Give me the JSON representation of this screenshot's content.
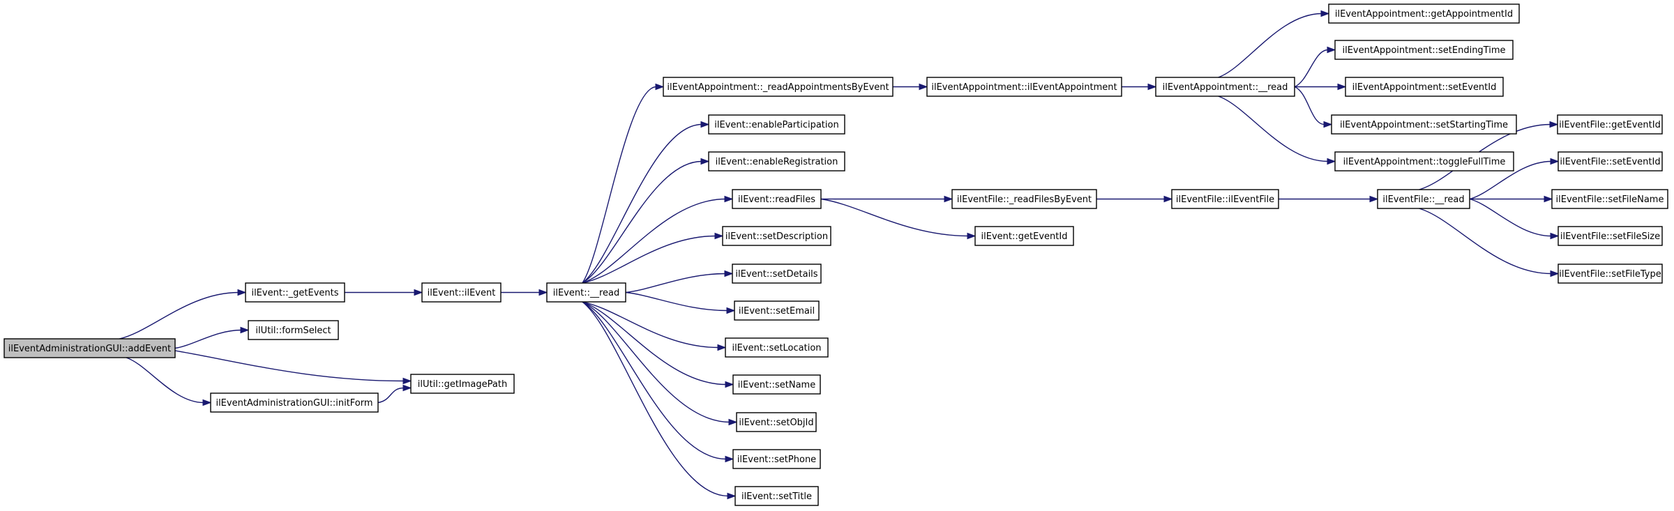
{
  "graph": {
    "type": "call-graph",
    "edge_color": "#191970",
    "root_fill": "#bfbfbf",
    "nodes": [
      {
        "id": "addEvent",
        "label": "ilEventAdministrationGUI::addEvent",
        "root": true
      },
      {
        "id": "getEvents",
        "label": "ilEvent::_getEvents"
      },
      {
        "id": "formSelect",
        "label": "ilUtil::formSelect"
      },
      {
        "id": "getImagePath",
        "label": "ilUtil::getImagePath"
      },
      {
        "id": "initForm",
        "label": "ilEventAdministrationGUI::initForm"
      },
      {
        "id": "ilEvent",
        "label": "ilEvent::ilEvent"
      },
      {
        "id": "eventRead",
        "label": "ilEvent::__read"
      },
      {
        "id": "readAppts",
        "label": "ilEventAppointment::_readAppointmentsByEvent"
      },
      {
        "id": "enablePart",
        "label": "ilEvent::enableParticipation"
      },
      {
        "id": "enableReg",
        "label": "ilEvent::enableRegistration"
      },
      {
        "id": "readFiles",
        "label": "ilEvent::readFiles"
      },
      {
        "id": "setDescription",
        "label": "ilEvent::setDescription"
      },
      {
        "id": "setDetails",
        "label": "ilEvent::setDetails"
      },
      {
        "id": "setEmail",
        "label": "ilEvent::setEmail"
      },
      {
        "id": "setLocation",
        "label": "ilEvent::setLocation"
      },
      {
        "id": "setName",
        "label": "ilEvent::setName"
      },
      {
        "id": "setObjId",
        "label": "ilEvent::setObjId"
      },
      {
        "id": "setPhone",
        "label": "ilEvent::setPhone"
      },
      {
        "id": "setTitle",
        "label": "ilEvent::setTitle"
      },
      {
        "id": "apptCtor",
        "label": "ilEventAppointment::ilEventAppointment"
      },
      {
        "id": "apptRead",
        "label": "ilEventAppointment::__read"
      },
      {
        "id": "getApptId",
        "label": "ilEventAppointment::getAppointmentId"
      },
      {
        "id": "setEndingTime",
        "label": "ilEventAppointment::setEndingTime"
      },
      {
        "id": "apptSetEventId",
        "label": "ilEventAppointment::setEventId"
      },
      {
        "id": "setStartingTime",
        "label": "ilEventAppointment::setStartingTime"
      },
      {
        "id": "toggleFullTime",
        "label": "ilEventAppointment::toggleFullTime"
      },
      {
        "id": "readFilesByEvent",
        "label": "ilEventFile::_readFilesByEvent"
      },
      {
        "id": "eventGetEventId",
        "label": "ilEvent::getEventId"
      },
      {
        "id": "fileCtor",
        "label": "ilEventFile::ilEventFile"
      },
      {
        "id": "fileRead",
        "label": "ilEventFile::__read"
      },
      {
        "id": "fileGetEventId",
        "label": "ilEventFile::getEventId"
      },
      {
        "id": "fileSetEventId",
        "label": "ilEventFile::setEventId"
      },
      {
        "id": "setFileName",
        "label": "ilEventFile::setFileName"
      },
      {
        "id": "setFileSize",
        "label": "ilEventFile::setFileSize"
      },
      {
        "id": "setFileType",
        "label": "ilEventFile::setFileType"
      }
    ],
    "edges": [
      [
        "addEvent",
        "getEvents"
      ],
      [
        "addEvent",
        "formSelect"
      ],
      [
        "addEvent",
        "getImagePath"
      ],
      [
        "addEvent",
        "initForm"
      ],
      [
        "initForm",
        "getImagePath"
      ],
      [
        "getEvents",
        "ilEvent"
      ],
      [
        "ilEvent",
        "eventRead"
      ],
      [
        "eventRead",
        "readAppts"
      ],
      [
        "eventRead",
        "enablePart"
      ],
      [
        "eventRead",
        "enableReg"
      ],
      [
        "eventRead",
        "readFiles"
      ],
      [
        "eventRead",
        "setDescription"
      ],
      [
        "eventRead",
        "setDetails"
      ],
      [
        "eventRead",
        "setEmail"
      ],
      [
        "eventRead",
        "setLocation"
      ],
      [
        "eventRead",
        "setName"
      ],
      [
        "eventRead",
        "setObjId"
      ],
      [
        "eventRead",
        "setPhone"
      ],
      [
        "eventRead",
        "setTitle"
      ],
      [
        "readAppts",
        "apptCtor"
      ],
      [
        "apptCtor",
        "apptRead"
      ],
      [
        "apptRead",
        "getApptId"
      ],
      [
        "apptRead",
        "setEndingTime"
      ],
      [
        "apptRead",
        "apptSetEventId"
      ],
      [
        "apptRead",
        "setStartingTime"
      ],
      [
        "apptRead",
        "toggleFullTime"
      ],
      [
        "readFiles",
        "readFilesByEvent"
      ],
      [
        "readFiles",
        "eventGetEventId"
      ],
      [
        "readFilesByEvent",
        "fileCtor"
      ],
      [
        "fileCtor",
        "fileRead"
      ],
      [
        "fileRead",
        "fileGetEventId"
      ],
      [
        "fileRead",
        "fileSetEventId"
      ],
      [
        "fileRead",
        "setFileName"
      ],
      [
        "fileRead",
        "setFileSize"
      ],
      [
        "fileRead",
        "setFileType"
      ]
    ]
  }
}
